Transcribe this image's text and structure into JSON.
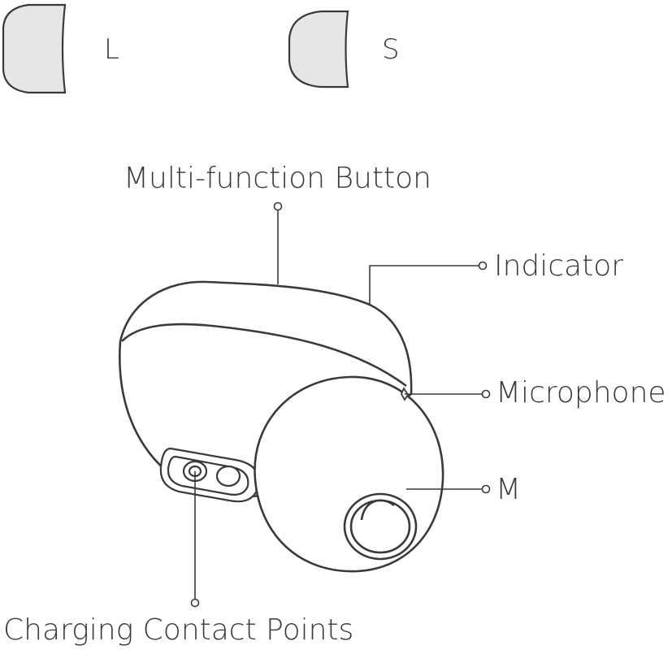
{
  "ear_tips": [
    {
      "size": "L"
    },
    {
      "size": "S"
    }
  ],
  "callouts": {
    "multi_function_button": "Multi-function Button",
    "indicator": "Indicator",
    "microphone": "Microphone",
    "ear_tip_m": "M",
    "charging_contacts": "Charging Contact Points"
  },
  "colors": {
    "stroke": "#3a3a3a",
    "tip_fill": "#e6e6e6",
    "background": "#ffffff"
  }
}
